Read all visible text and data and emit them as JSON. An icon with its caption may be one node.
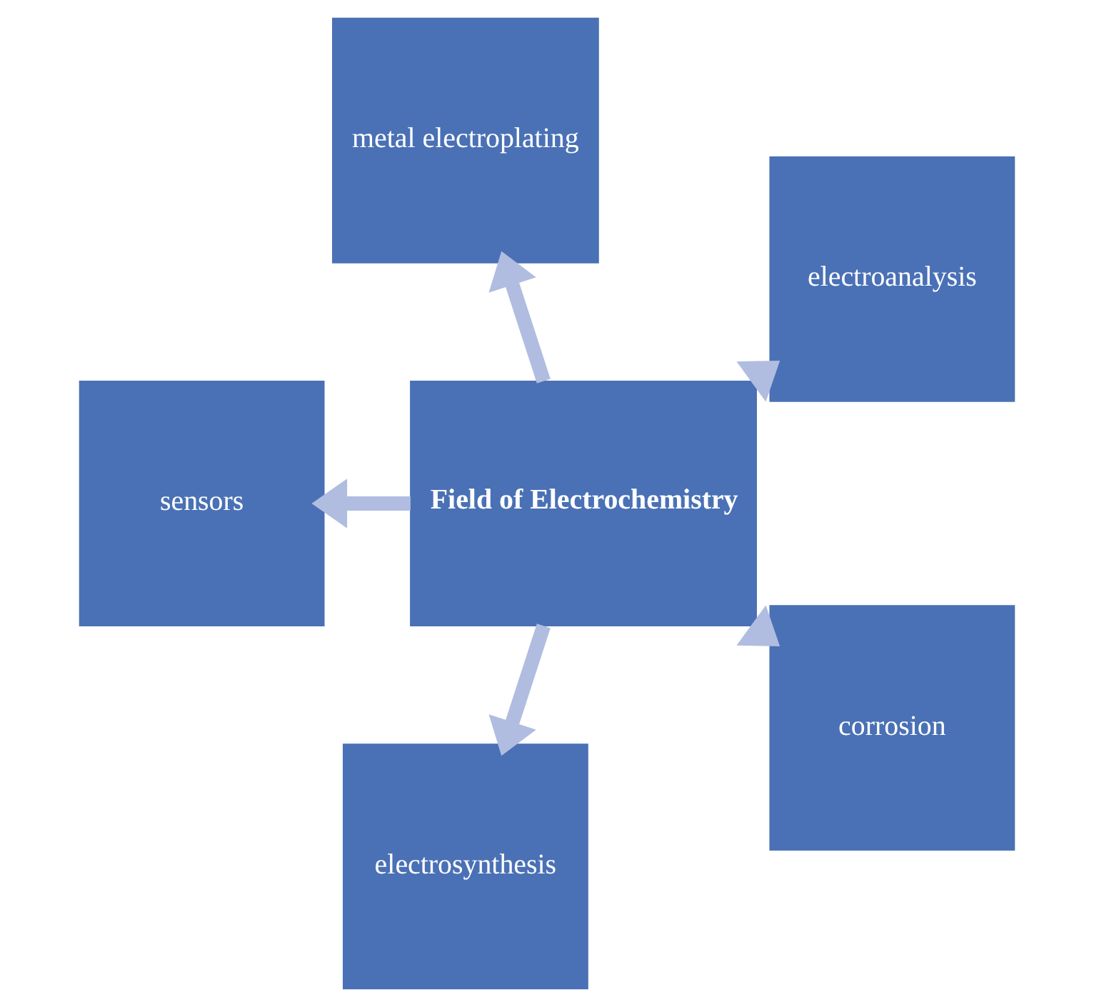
{
  "diagram": {
    "nodes": [
      {
        "text": [
          "electroanalysis"
        ]
      },
      {
        "text": [
          "metal electroplating"
        ]
      },
      {
        "text": [
          "sensors"
        ]
      },
      {
        "text": [
          "Field of Electrochemistry"
        ]
      },
      {
        "text": [
          "electrosynthesis"
        ]
      },
      {
        "text": [
          "corrosion"
        ]
      }
    ],
    "edges": [
      {
        "from": 3,
        "to": 0,
        "arrow": "to"
      },
      {
        "from": 3,
        "to": 1,
        "arrow": "to"
      },
      {
        "from": 3,
        "to": 2,
        "arrow": "to"
      },
      {
        "from": 3,
        "to": 4,
        "arrow": "to"
      },
      {
        "from": 3,
        "to": 5,
        "arrow": "to"
      }
    ]
  }
}
